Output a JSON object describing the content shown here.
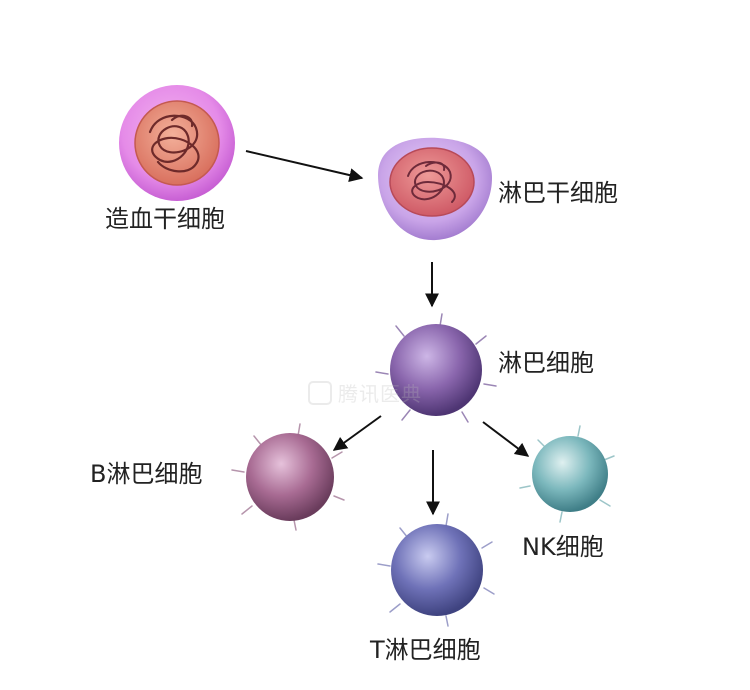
{
  "nodes": {
    "hematopoietic_stem_cell": "造血干细胞",
    "lymphoid_stem_cell": "淋巴干细胞",
    "lymphocyte": "淋巴细胞",
    "b_lymphocyte": "B淋巴细胞",
    "t_lymphocyte": "T淋巴细胞",
    "nk_cell": "NK细胞"
  },
  "watermark": "腾讯医典",
  "colors": {
    "stem_cell_membrane": "#e58be8",
    "stem_cell_nucleus": "#e07a6a",
    "lymphoid_membrane": "#c9a4e8",
    "lymphoid_nucleus": "#d96a72",
    "lymphocyte": "#8a66ad",
    "b_cell": "#a86b93",
    "t_cell": "#6f72b8",
    "nk_cell": "#7cb8bd",
    "arrow": "#111111"
  }
}
